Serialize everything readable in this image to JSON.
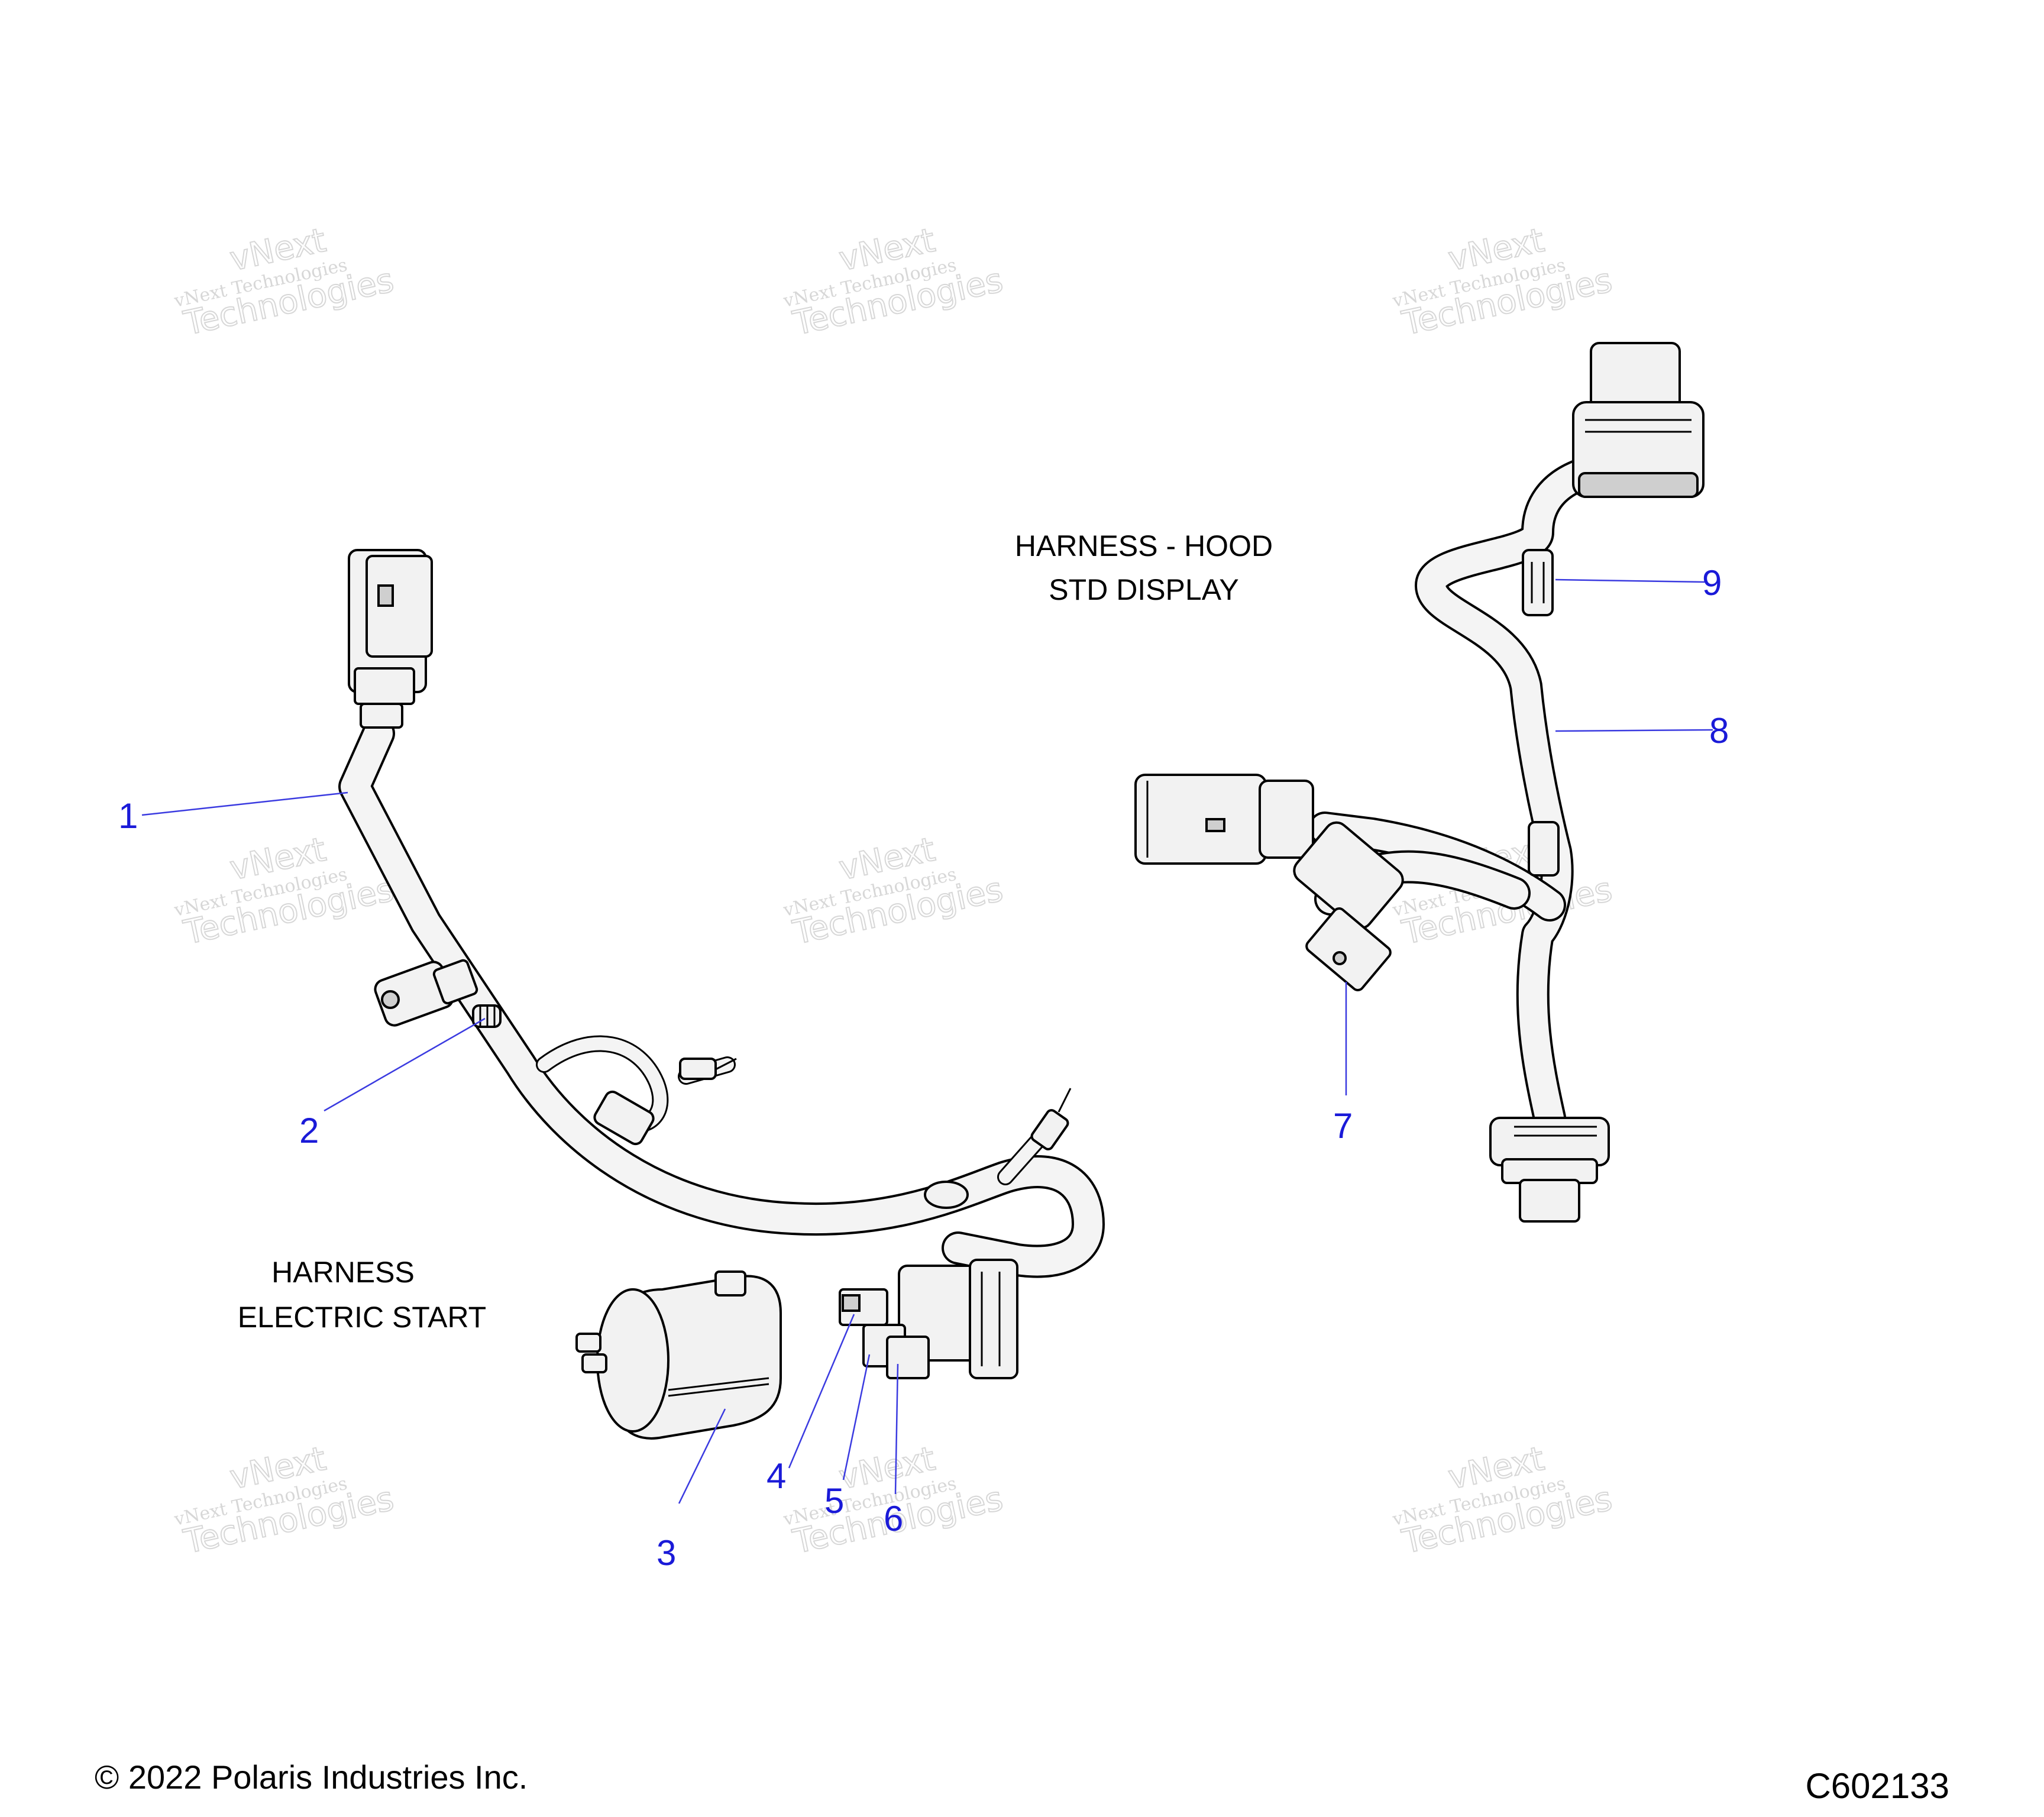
{
  "labels": {
    "harness_electric_line1": "HARNESS",
    "harness_electric_line2": "ELECTRIC START",
    "harness_hood_line1": "HARNESS - HOOD",
    "harness_hood_line2": "STD DISPLAY"
  },
  "callouts": [
    "1",
    "2",
    "3",
    "4",
    "5",
    "6",
    "7",
    "8",
    "9"
  ],
  "watermark": {
    "line1": "vNext",
    "line2": "vNext Technologies",
    "line3": "Technologies"
  },
  "footer": {
    "copyright": "© 2022 Polaris Industries Inc.",
    "code": "C602133"
  }
}
